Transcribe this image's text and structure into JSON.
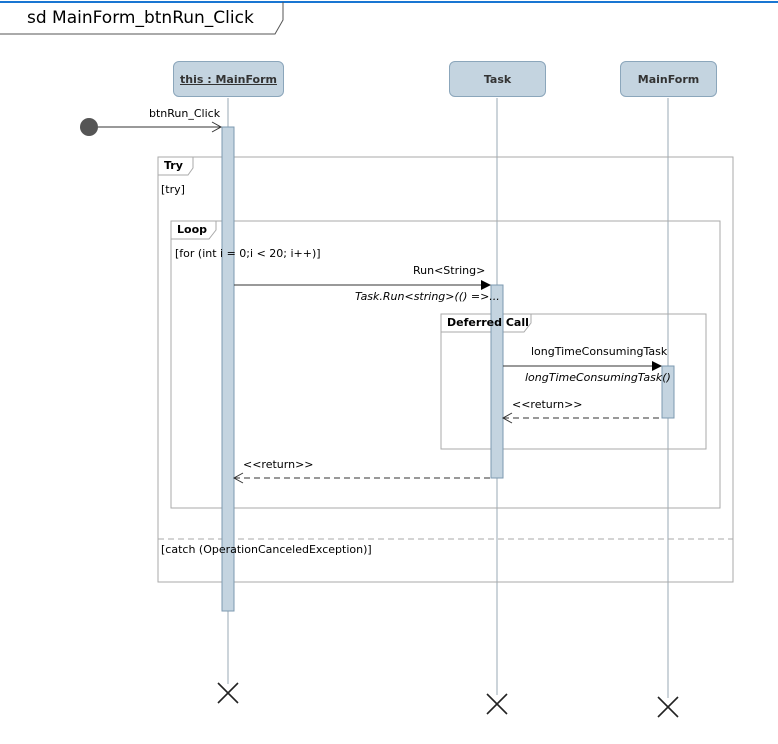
{
  "diagram": {
    "title": "sd MainForm_btnRun_Click",
    "lifelines": [
      {
        "label": "this : MainForm"
      },
      {
        "label": "Task"
      },
      {
        "label": "MainForm"
      }
    ],
    "fragments": {
      "try": {
        "label": "Try",
        "guard": "[try]",
        "catch_guard": "[catch (OperationCanceledException)]"
      },
      "loop": {
        "label": "Loop",
        "guard": "[for (int i = 0;i < 20; i++)]"
      },
      "deferred": {
        "label": "Deferred Call"
      }
    },
    "messages": {
      "entry": "btnRun_Click",
      "run": "Run<String>",
      "run_sub": "Task.Run<string>(() =>...",
      "long": "longTimeConsumingTask",
      "long_sub": "longTimeConsumingTask()",
      "return_inner": "<<return>>",
      "return_outer": "<<return>>"
    },
    "colors": {
      "lifeline_fill": "#c4d4e0",
      "lifeline_border": "#8ba6bb",
      "frame_line": "#1976d2"
    }
  }
}
